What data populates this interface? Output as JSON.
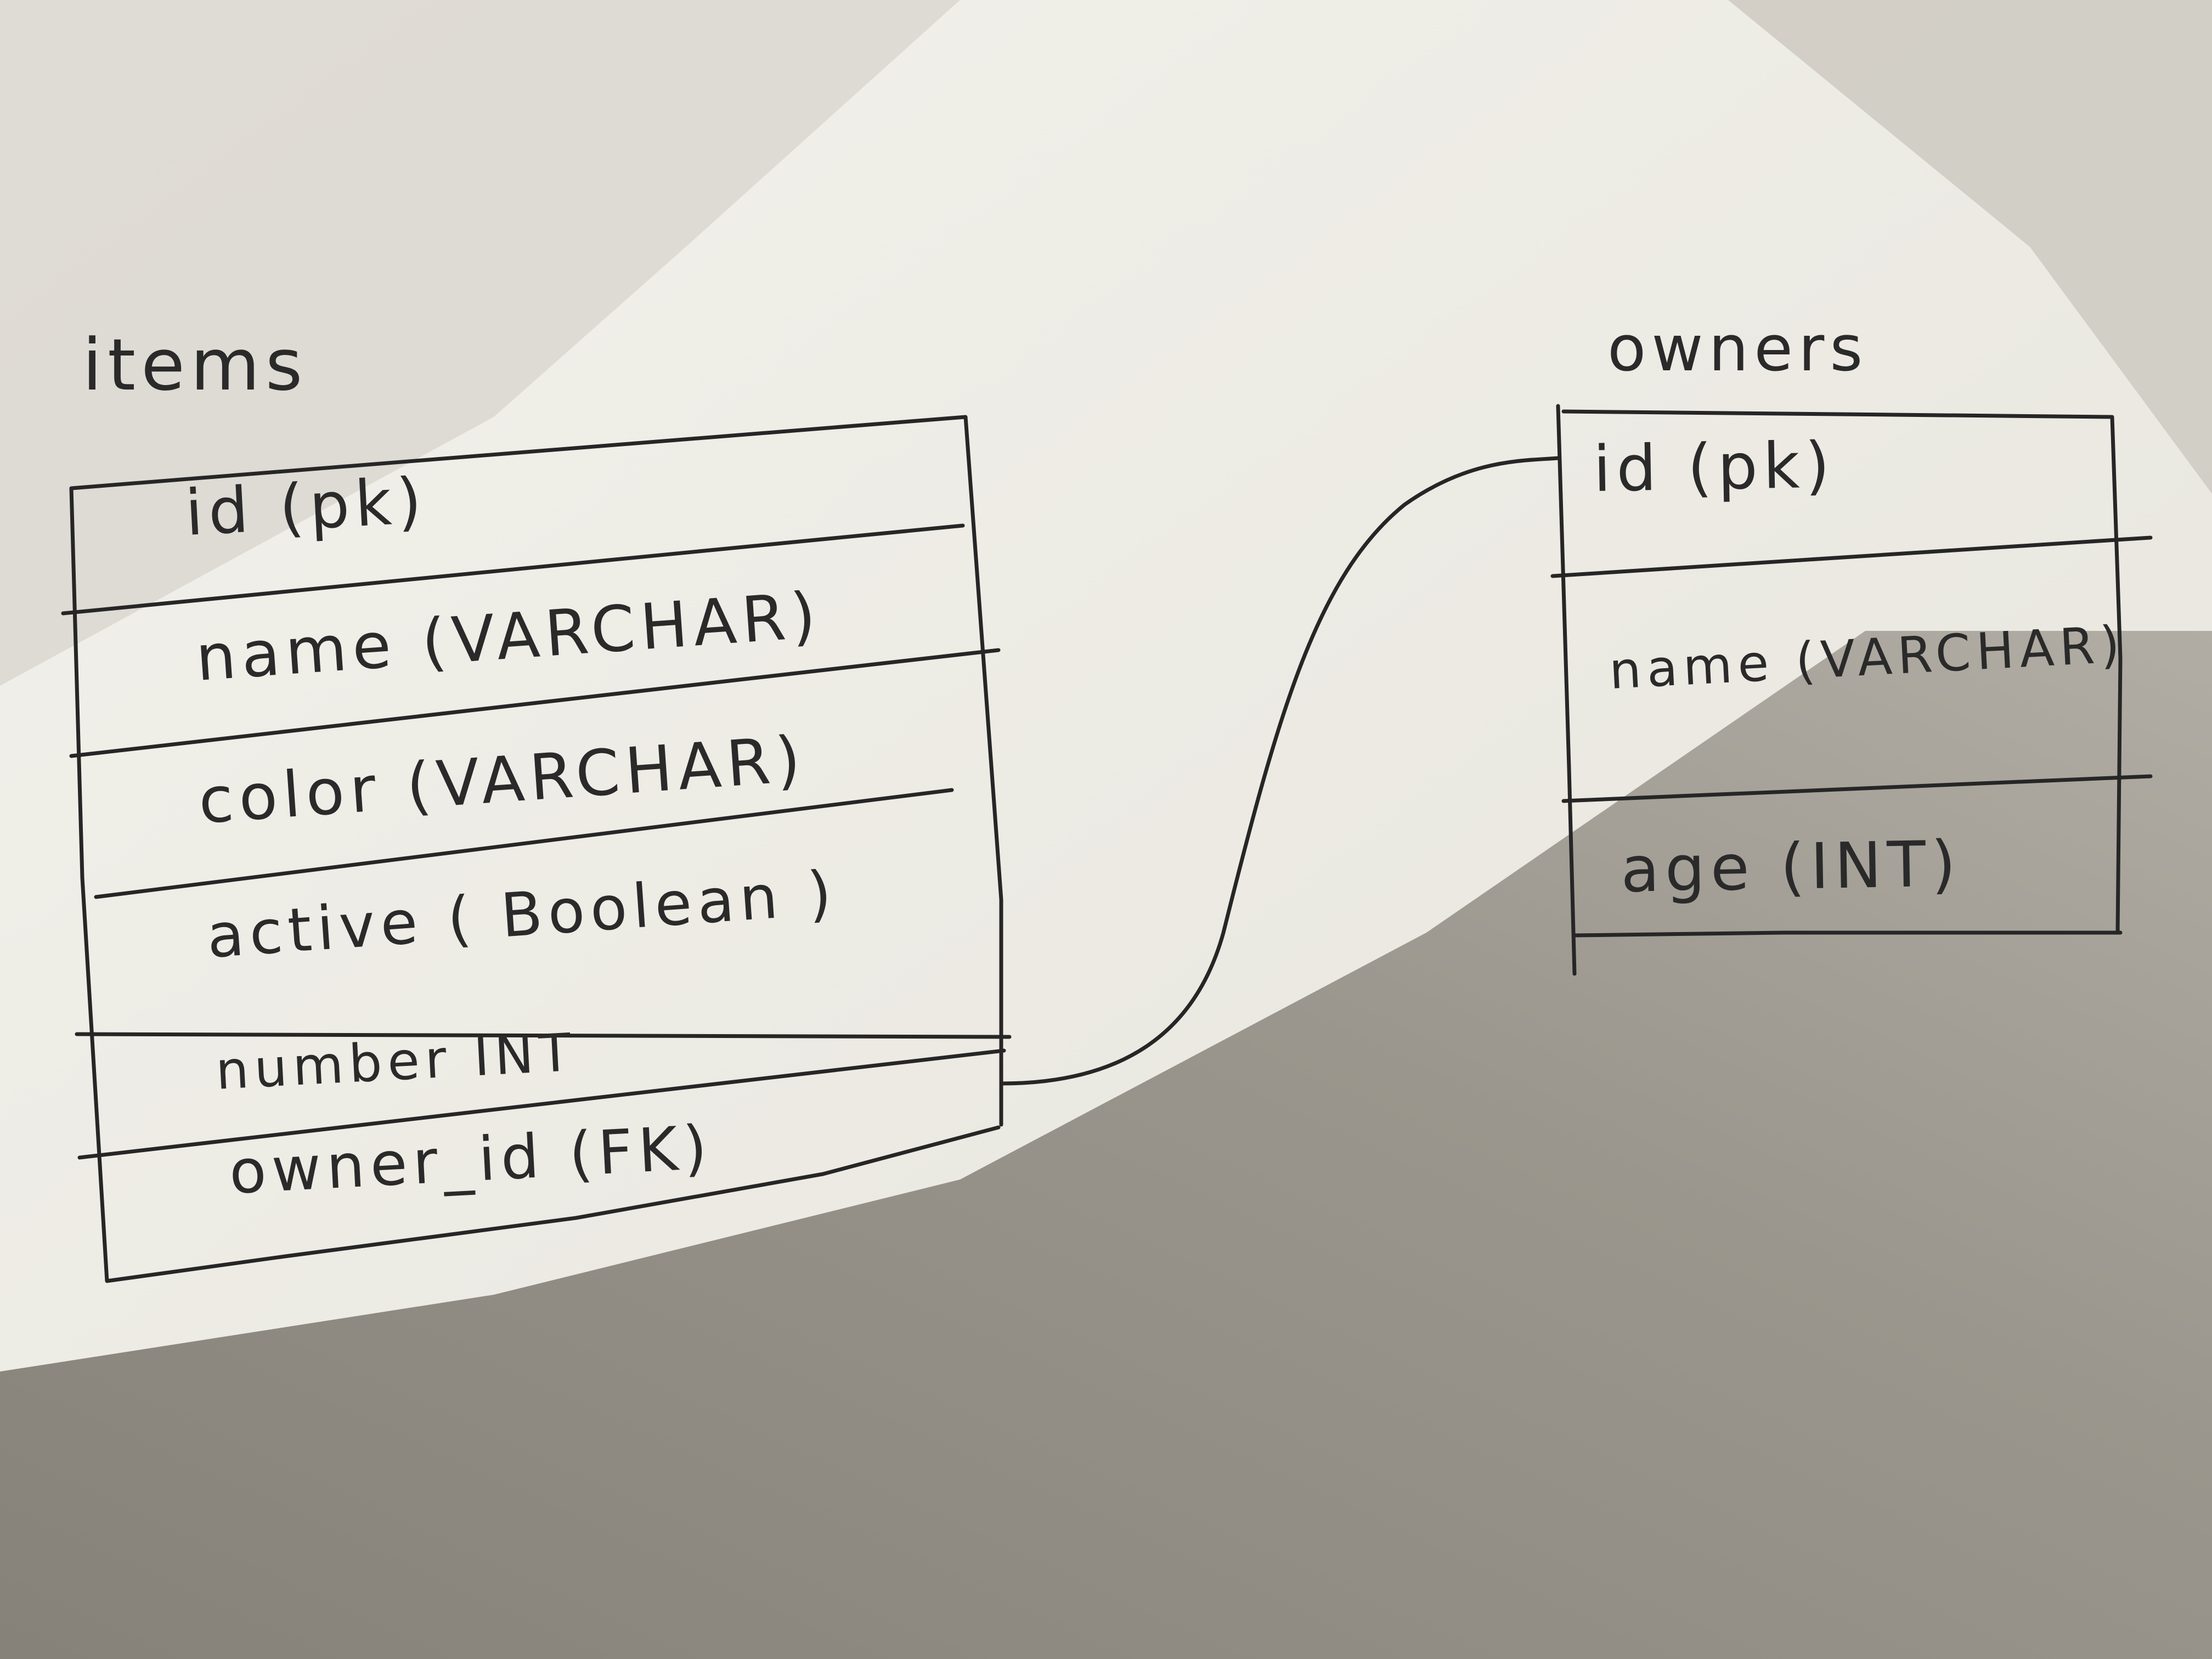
{
  "diagram": {
    "tables": [
      {
        "title": "items",
        "fields": [
          "id (pk)",
          "name (VARCHAR)",
          "color (VARCHAR)",
          "active ( Boolean )",
          "number INT",
          "owner_id (FK)"
        ]
      },
      {
        "title": "owners",
        "fields": [
          "id (pk)",
          "name (VARCHAR)",
          "age (INT)"
        ]
      }
    ],
    "relationship": {
      "from": "items.owner_id",
      "to": "owners.id"
    },
    "colors": {
      "ink": "#262626",
      "paper_light": "#f3f1ea",
      "paper_shadow": "#8e8a80"
    }
  }
}
